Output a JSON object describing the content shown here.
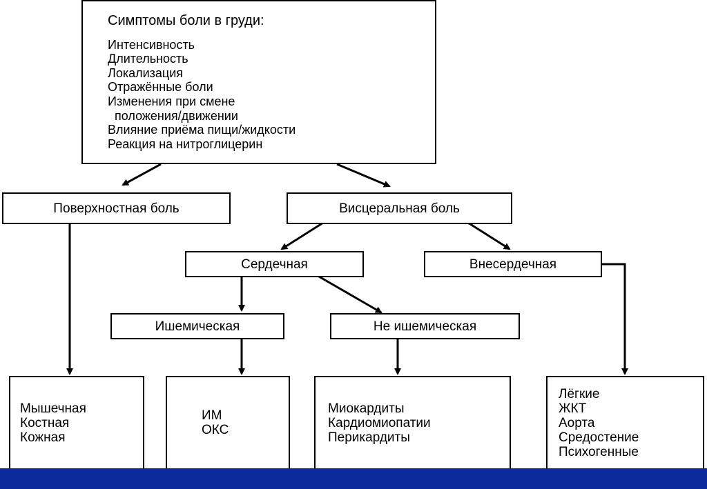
{
  "top": {
    "title": "Симптомы боли в груди:",
    "items": [
      "Интенсивность",
      "Длительность",
      "Локализация",
      "Отражённые боли",
      "Изменения при смене",
      "положения/движении",
      "Влияние приёма пищи/жидкости",
      "Реакция на нитроглицерин"
    ]
  },
  "superficial": {
    "label": "Поверхностная боль"
  },
  "visceral": {
    "label": "Висцеральная боль"
  },
  "cardiac": {
    "label": "Сердечная"
  },
  "noncardiac": {
    "label": "Внесердечная"
  },
  "ischemic": {
    "label": "Ишемическая"
  },
  "nonischemic": {
    "label": "Не ишемическая"
  },
  "leaves": {
    "superficial_types": [
      "Мышечная",
      "Костная",
      "Кожная"
    ],
    "ischemic_types": [
      "ИМ",
      "ОКС"
    ],
    "nonischemic_types": [
      "Миокардиты",
      "Кардиомиопатии",
      "Перикардиты"
    ],
    "noncardiac_types": [
      "Лёгкие",
      "ЖКТ",
      "Аорта",
      "Средостение",
      "Психогенные"
    ]
  },
  "colors": {
    "footer": "#0d2a9a",
    "line": "#000000"
  }
}
